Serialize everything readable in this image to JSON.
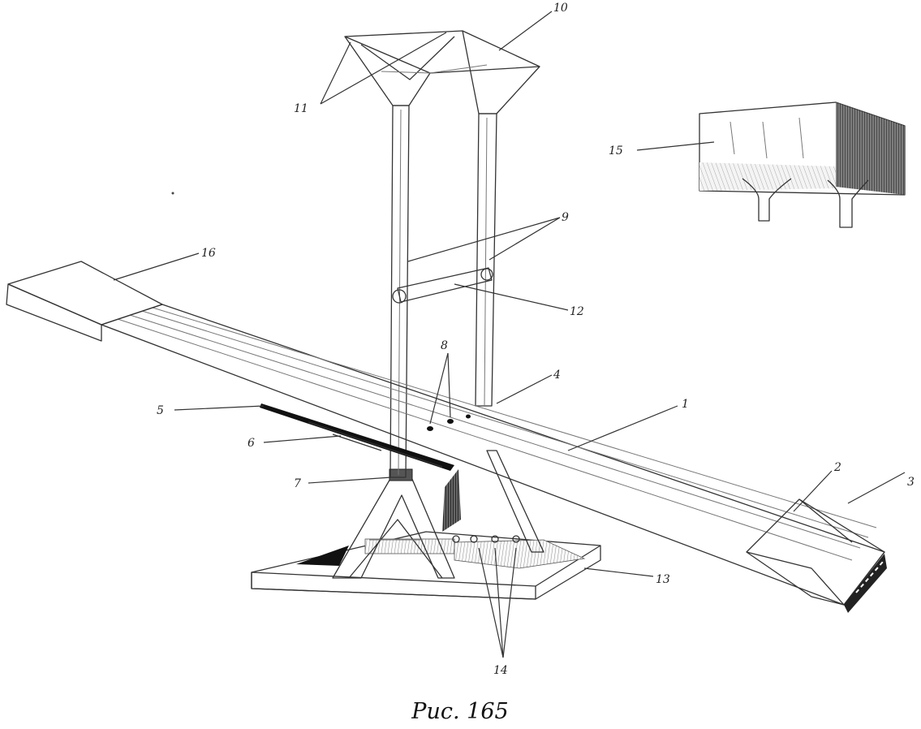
{
  "caption": "Рис. 165",
  "callouts": {
    "c1": "1",
    "c2": "2",
    "c3": "3",
    "c4": "4",
    "c5": "5",
    "c6": "6",
    "c7": "7",
    "c8": "8",
    "c9": "9",
    "c10": "10",
    "c11": "11",
    "c12": "12",
    "c13": "13",
    "c14": "14",
    "c15": "15",
    "c16": "16"
  }
}
